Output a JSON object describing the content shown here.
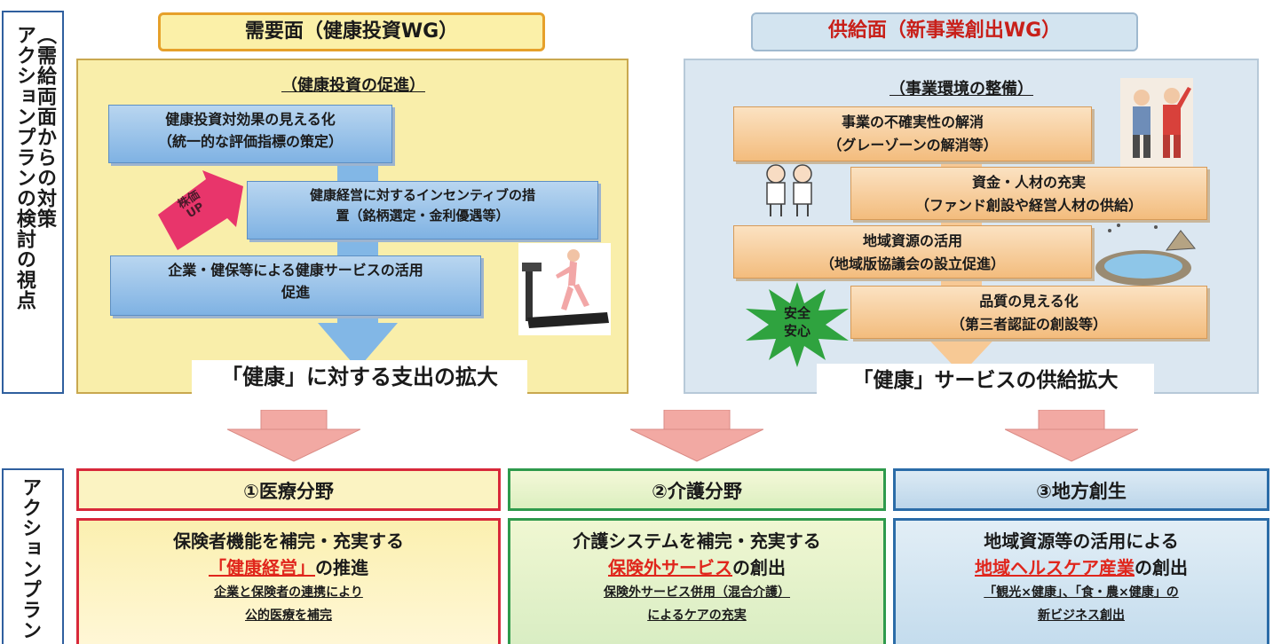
{
  "side_labels": {
    "top": "（需給両面からの対策\nアクションプランの検討の視点",
    "bottom": "アクションプラン"
  },
  "demand": {
    "header": "需要面（健康投資WG）",
    "subheading": "（健康投資の促進）",
    "box1": "健康投資対効果の見える化\n（統一的な評価指標の策定）",
    "box2": "健康経営に対するインセンティブの措\n置（銘柄選定・金利優遇等）",
    "box3": "企業・健保等による健康サービスの活用\n促進",
    "arrow_badge": "株価\nUP",
    "result_open": "「",
    "result_key": "健康",
    "result_close": "」",
    "result_rest": "に対する支出の拡大"
  },
  "supply": {
    "header": "供給面（新事業創出WG）",
    "subheading": "（事業環境の整備）",
    "box1": "事業の不確実性の解消\n（グレーゾーンの解消等）",
    "box2": "資金・人材の充実\n（ファンド創設や経営人材の供給）",
    "box3": "地域資源の活用\n（地域版協議会の設立促進）",
    "box4": "品質の見える化\n（第三者認証の創設等）",
    "star_badge": "安全\n安心",
    "result_open": "「",
    "result_key": "健康",
    "result_close": "」",
    "result_rest": "サービスの供給拡大"
  },
  "plans": [
    {
      "header": "①医療分野",
      "line1": "保険者機能を補完・充実する",
      "line2_red": "「健康経営」",
      "line2_rest": "の推進",
      "sub1": "企業と保険者の連携により",
      "sub2": "公的医療を補完"
    },
    {
      "header": "②介護分野",
      "line1": "介護システムを補完・充実する",
      "line2_red": "保険外サービス",
      "line2_rest": "の創出",
      "sub1": "保険外サービス併用（混合介護）",
      "sub2": "によるケアの充実"
    },
    {
      "header": "③地方創生",
      "line1": "地域資源等の活用による",
      "line2_red": "地域ヘルスケア産業",
      "line2_rest": "の創出",
      "sub1": "「観光×健康」、「食・農×健康」の",
      "sub2": "新ビジネス創出"
    }
  ],
  "colors": {
    "demand_panel": "#f9eeaa",
    "supply_panel": "#dbe7f1",
    "plan_red": "#d8283a",
    "plan_green": "#2e9a4c",
    "plan_blue": "#2b6ca8",
    "arrow_pink": "#f2a9a3"
  }
}
